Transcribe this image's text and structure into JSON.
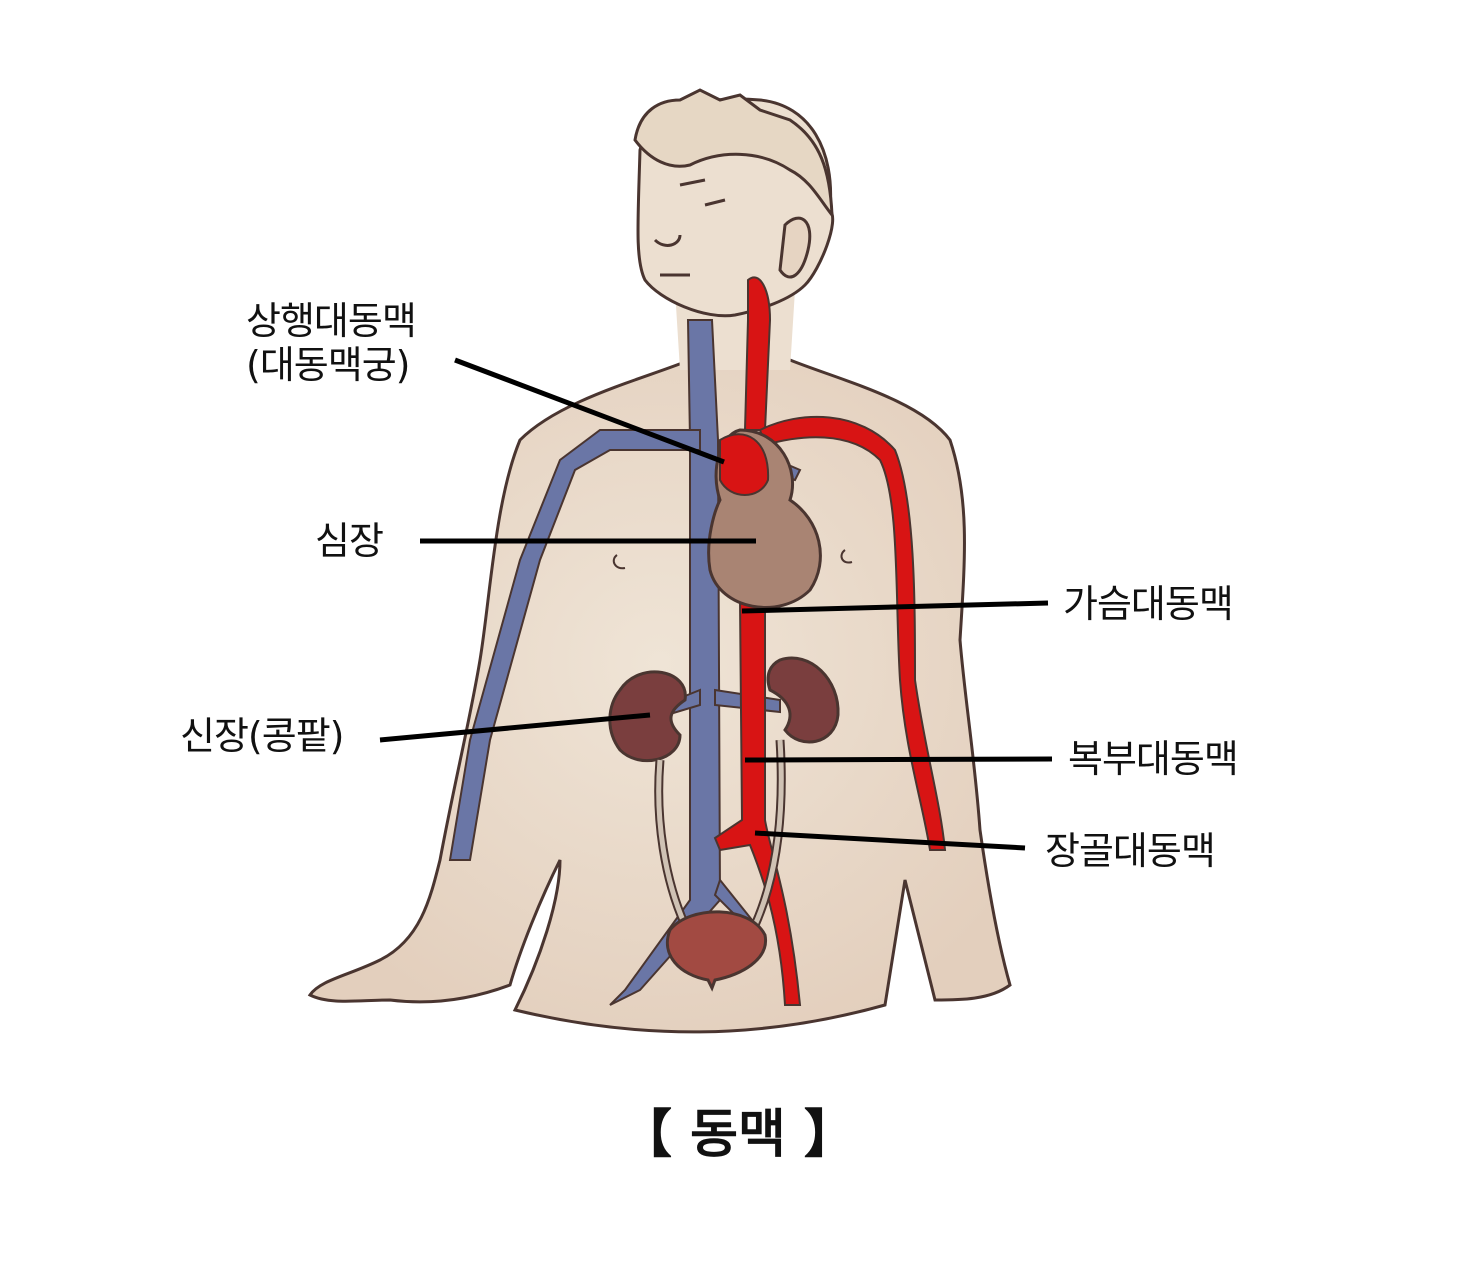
{
  "figure": {
    "caption": "【 동맥 】",
    "colors": {
      "skin": "#ecdfd0",
      "outline": "#4a3530",
      "artery": "#d81414",
      "vein": "#6a76a6",
      "heart": "#a98473",
      "kidney": "#7a3e3e",
      "bladder": "#a24a42",
      "ureter": "#cfc2b4",
      "leader_line": "#000000"
    },
    "labels": [
      {
        "id": "ascending-aorta",
        "line1": "상행대동맥",
        "line2": "(대동맥궁)",
        "side": "left"
      },
      {
        "id": "heart",
        "text": "심장",
        "side": "left"
      },
      {
        "id": "kidney",
        "text": "신장(콩팥)",
        "side": "left"
      },
      {
        "id": "thoracic-aorta",
        "text": "가슴대동맥",
        "side": "right"
      },
      {
        "id": "abdominal-aorta",
        "text": "복부대동맥",
        "side": "right"
      },
      {
        "id": "iliac-artery",
        "text": "장골대동맥",
        "side": "right"
      }
    ]
  }
}
